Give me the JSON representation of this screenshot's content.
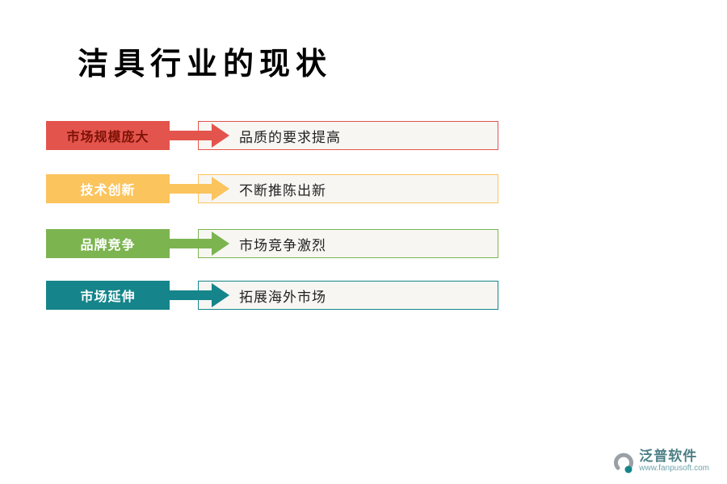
{
  "page": {
    "title": "洁具行业的现状"
  },
  "rows": [
    {
      "label": "市场规模庞大",
      "content": "品质的要求提高",
      "color": "#e3544c",
      "label_text_color": "#7d1208"
    },
    {
      "label": "技术创新",
      "content": "不断推陈出新",
      "color": "#fbc45d",
      "label_text_color": "#ffffff"
    },
    {
      "label": "品牌竞争",
      "content": "市场竞争激烈",
      "color": "#7cb450",
      "label_text_color": "#ffffff"
    },
    {
      "label": "市场延伸",
      "content": "拓展海外市场",
      "color": "#15858b",
      "label_text_color": "#ffffff"
    }
  ],
  "footer": {
    "brand": "泛普软件",
    "url": "www.fanpusoft.com",
    "brand_color": "#4d7f86",
    "url_color": "#6fa3ab",
    "logo_gray": "#9aa0a6",
    "logo_accent": "#15858b"
  }
}
